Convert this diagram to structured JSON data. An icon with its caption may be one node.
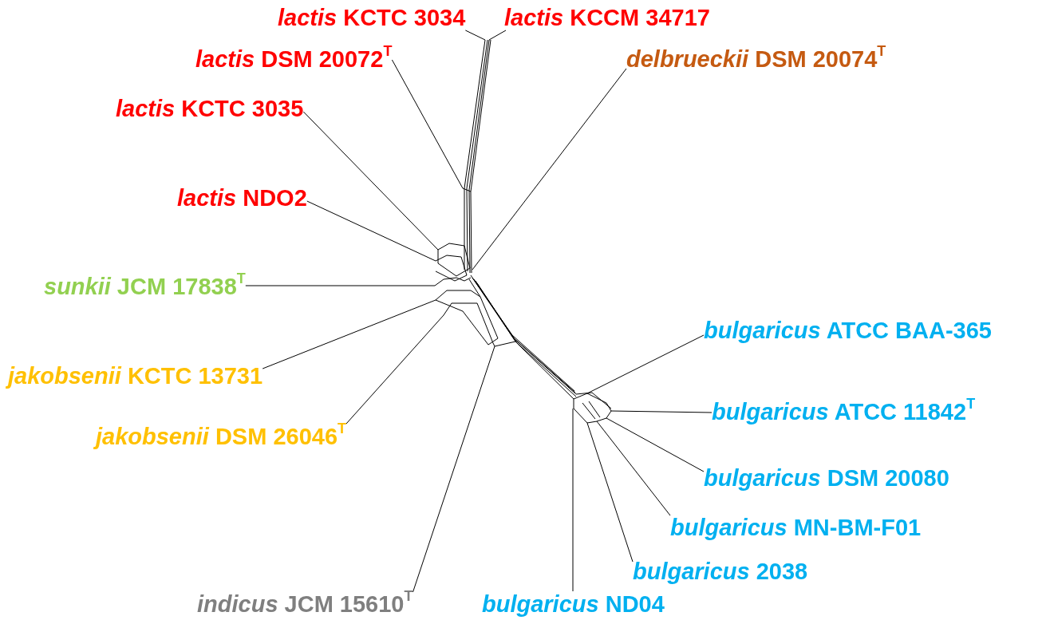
{
  "diagram": {
    "nodes": [
      {
        "text": [
          "*lactis* KCTC 3034"
        ]
      },
      {
        "text": [
          "*lactis* KCCM 34717"
        ]
      },
      {
        "text": [
          "*lactis* DSM 20072$^{T}$"
        ]
      },
      {
        "text": [
          "*delbrueckii* DSM 20074$^{T}$"
        ]
      },
      {
        "text": [
          "*lactis* KCTC 3035"
        ]
      },
      {
        "text": [
          "*lactis* NDO2"
        ]
      },
      {
        "text": [
          "*sunkii* JCM 17838$^{T}$"
        ]
      },
      {
        "text": [
          "*jakobsenii* KCTC 13731"
        ]
      },
      {
        "text": [
          "*jakobsenii* DSM 26046$^{T}$"
        ]
      },
      {
        "text": [
          "*indicus* JCM 15610$^{T}$"
        ]
      },
      {
        "text": [
          "*bulgaricus* ATCC BAA-365"
        ]
      },
      {
        "text": [
          "*bulgaricus* ATCC 11842$^{T}$"
        ]
      },
      {
        "text": [
          "*bulgaricus* DSM 20080"
        ]
      },
      {
        "text": [
          "*bulgaricus* MN-BM-F01"
        ]
      },
      {
        "text": [
          "*bulgaricus* 2038"
        ]
      },
      {
        "text": [
          "*bulgaricus* ND04"
        ]
      },
      {
        "text": [],
        "shape": "picture"
      }
    ],
    "edges": [
      {
        "from": 0,
        "to": 16,
        "arrow": "none"
      },
      {
        "from": 1,
        "to": 16,
        "arrow": "none"
      },
      {
        "from": 2,
        "to": 16,
        "arrow": "none"
      },
      {
        "from": 3,
        "to": 16,
        "arrow": "none"
      },
      {
        "from": 4,
        "to": 16,
        "arrow": "none"
      },
      {
        "from": 5,
        "to": 16,
        "arrow": "none"
      },
      {
        "from": 6,
        "to": 16,
        "arrow": "none"
      },
      {
        "from": 7,
        "to": 16,
        "arrow": "none"
      },
      {
        "from": 8,
        "to": 16,
        "arrow": "none"
      },
      {
        "from": 9,
        "to": 16,
        "arrow": "none"
      },
      {
        "from": 10,
        "to": 16,
        "arrow": "none"
      },
      {
        "from": 11,
        "to": 16,
        "arrow": "none"
      },
      {
        "from": 12,
        "to": 16,
        "arrow": "none"
      },
      {
        "from": 13,
        "to": 16,
        "arrow": "none"
      },
      {
        "from": 14,
        "to": 16,
        "arrow": "none"
      },
      {
        "from": 15,
        "to": 16,
        "arrow": "none"
      }
    ]
  }
}
